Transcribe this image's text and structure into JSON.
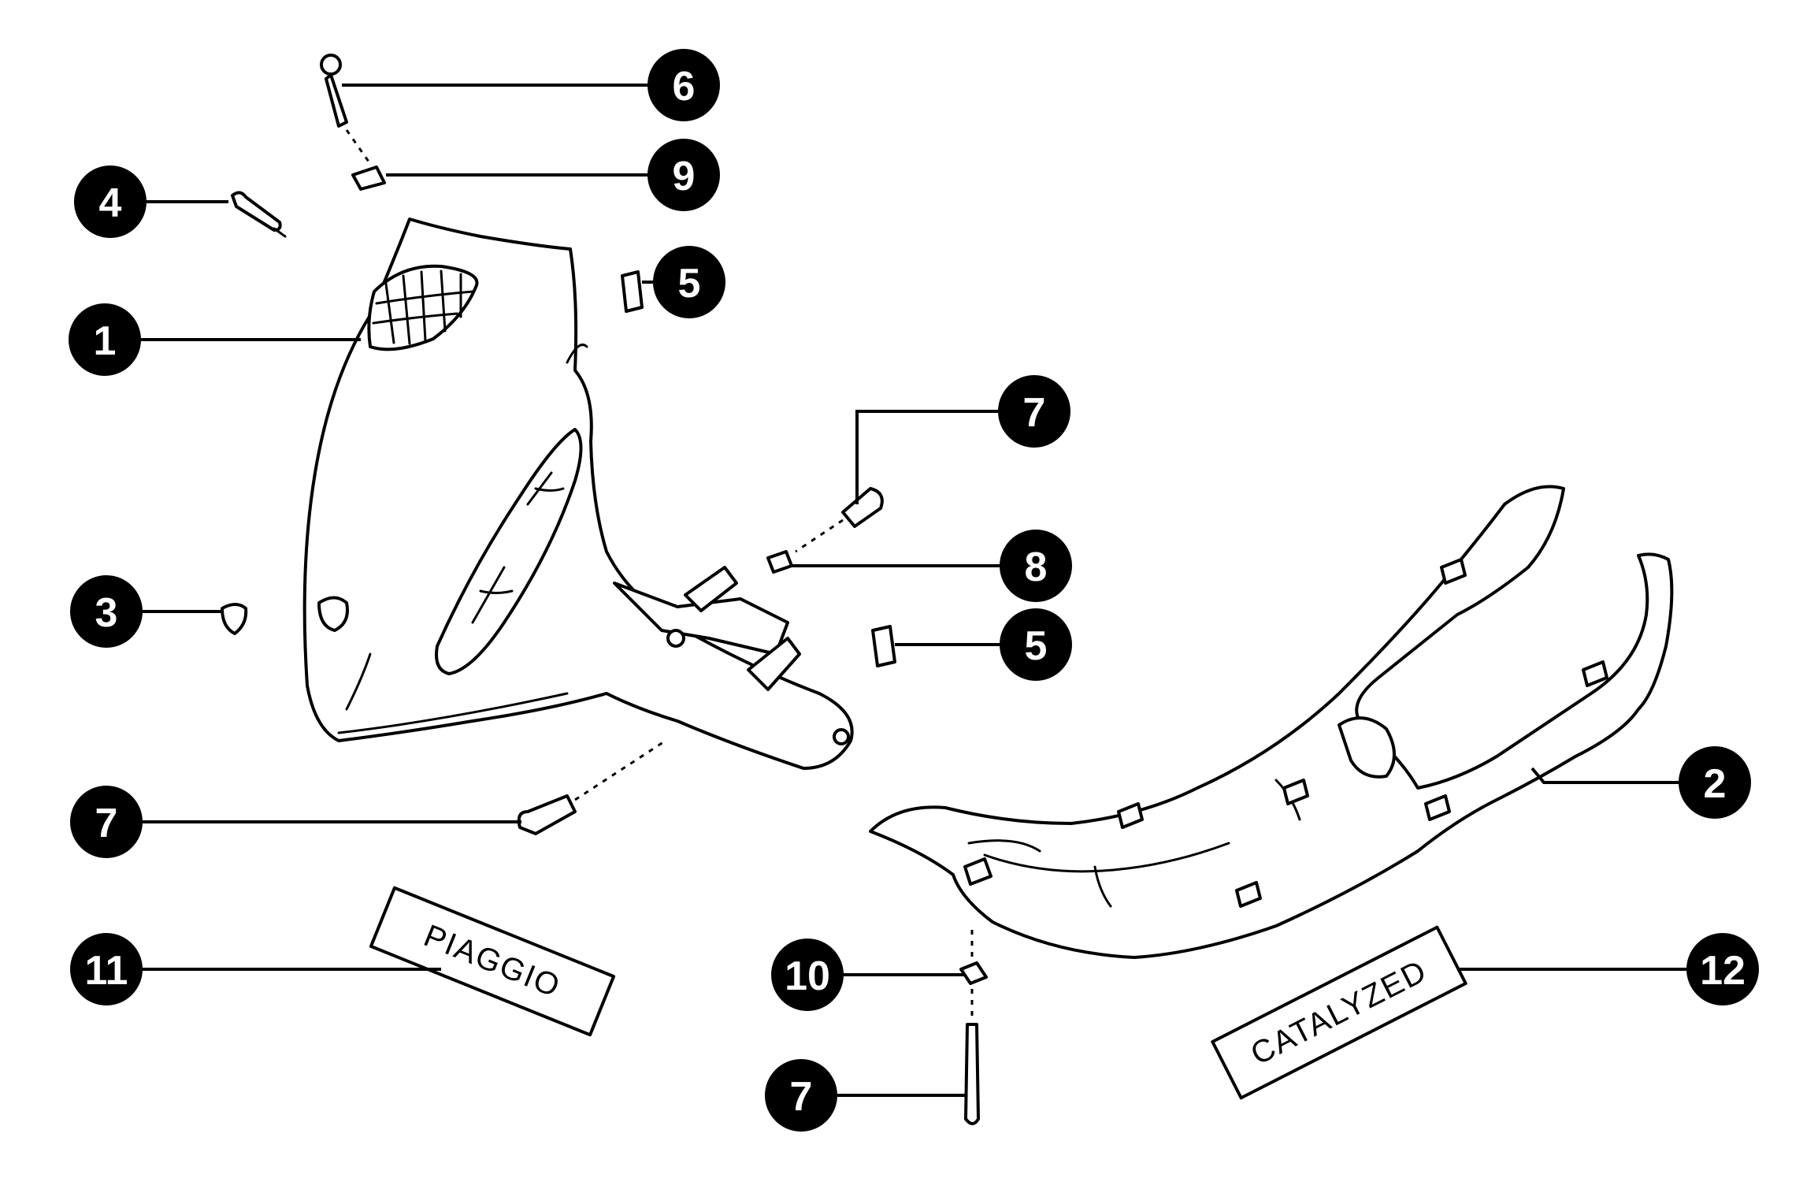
{
  "callouts": {
    "c1": "1",
    "c2": "2",
    "c3": "3",
    "c4": "4",
    "c5a": "5",
    "c5b": "5",
    "c6": "6",
    "c7a": "7",
    "c7b": "7",
    "c7c": "7",
    "c8": "8",
    "c9": "9",
    "c10": "10",
    "c11": "11",
    "c12": "12"
  },
  "decals": {
    "brand": "PIAGGIO",
    "catalyzed": "CATALYZED"
  },
  "colors": {
    "line": "#000000",
    "background": "#ffffff",
    "callout_fill": "#000000",
    "callout_text": "#ffffff"
  }
}
